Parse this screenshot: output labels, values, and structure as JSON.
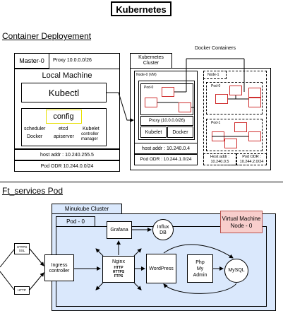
{
  "title": "Kubernetes",
  "sections": {
    "container": "Container Deployement",
    "services": "Ft_services Pod"
  },
  "master": {
    "name": "Master-0",
    "proxy": "Proxy 10.0.0.0/26",
    "local_machine": "Local Machine",
    "kubectl": "Kubectl",
    "config": "config",
    "components": [
      "scheduler",
      "etcd",
      "Kubelet",
      "Docker",
      "apiserver",
      "controller\nmanager"
    ],
    "host_addr": "host addr : 10.240.255.5",
    "pod_odr": "Pod ODR  10.244.0.0/24"
  },
  "cluster": {
    "label": "Kubernetes\nCluster",
    "docker_containers": "Docker Containers",
    "node0": {
      "label": "Node-0 (VM)",
      "pod": "Pod-0",
      "proxy": "Proxy (10.0.0.0/26)",
      "kubelet": "Kubelet",
      "docker": "Docker",
      "host_addr": "host addr : 10.240.0.4",
      "pod_odr": "Pod ODR : 10.244.1.0/24"
    },
    "node1": {
      "label": "Node-1",
      "pod0": "Pod-0",
      "pod1": "Pod-1",
      "host_addr": "Host addr :\n10.240.0.5",
      "pod_odr": "Pod ODR :\n10.244.2.0/24"
    }
  },
  "minikube": {
    "label": "Minukube Cluster",
    "pod": "Pod - 0",
    "vm": "Virtual Machine\nNode - 0",
    "grafana": "Grafana",
    "influx": "Influx\nDB",
    "nginx": "Nginx",
    "nginx_protocols": "HTTP\nHTTPS\nFTPS",
    "wordpress": "WordPress",
    "phpmyadmin": "Php\nMy\nAdmin",
    "mysql": "MySQL",
    "ingress": "Ingress\ncontroller",
    "https_ssl": "HTTPS\nSSL",
    "http": "HTTP"
  },
  "colors": {
    "minikube_fill": "#dae8fc",
    "vm_fill": "#f8cecc",
    "vm_border": "#b85450",
    "config_border": "#e8e000",
    "pod_square": "#d03030"
  }
}
